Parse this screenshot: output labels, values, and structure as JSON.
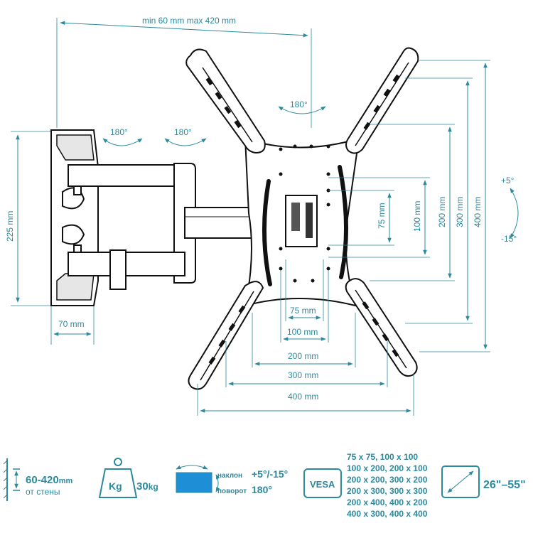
{
  "dimensions": {
    "arm_extension": "min 60 mm max 420 mm",
    "swivel_wall": "180°",
    "swivel_arm": "180°",
    "rotate_plate": "180°",
    "height": "225 mm",
    "depth": "70 mm",
    "tilt_up": "+5°",
    "tilt_down": "-15°",
    "v_75": "75 mm",
    "v_100": "100 mm",
    "v_200": "200 mm",
    "v_300": "300 mm",
    "v_400": "400 mm",
    "h_75": "75 mm",
    "h_100": "100 mm",
    "h_200": "200 mm",
    "h_300": "300 mm",
    "h_400": "400 mm"
  },
  "specs": {
    "distance": {
      "value": "60-420",
      "unit": "mm",
      "caption": "от стены"
    },
    "weight": {
      "icon_label": "Kg",
      "value": "30",
      "unit": "kg"
    },
    "tilt": {
      "label_tilt": "наклон",
      "value_tilt": "+5°/-15°",
      "label_rotate": "поворот",
      "value_rotate": "180°"
    },
    "vesa": {
      "badge": "VESA",
      "lines": [
        "75 x 75, 100 x 100",
        "100 x 200, 200 x 100",
        "200 x 200, 300 x 200",
        "200 x 300, 300 x 300",
        "200 x 400, 400 x 200",
        "400 x 300, 400 x 400"
      ]
    },
    "screen": {
      "value": "26\"–55\""
    }
  },
  "colors": {
    "accent": "#2b8a9e",
    "outline": "#111111",
    "screen_fill": "#1e8fd6"
  }
}
